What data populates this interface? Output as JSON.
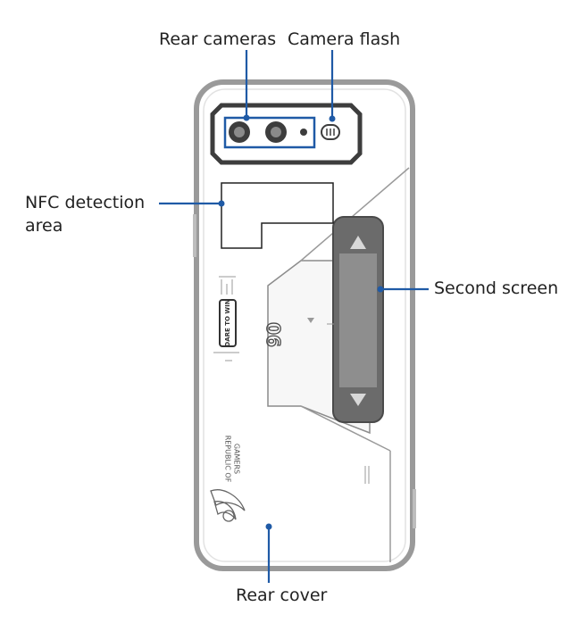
{
  "colors": {
    "callout": "#1f5aa6",
    "phone_outline": "#9a9a9a",
    "camera_module": "#3d3d3d",
    "second_screen": "#6b6b6b",
    "text": "#222222"
  },
  "callouts": {
    "rear_cameras": "Rear cameras",
    "camera_flash": "Camera flash",
    "nfc_line1": "NFC detection",
    "nfc_line2": "area",
    "second_screen": "Second screen",
    "rear_cover": "Rear cover"
  },
  "phone_markings": {
    "model_badge": "06",
    "slogan_badge": "DARE TO WIN",
    "brand_line1": "REPUBLIC OF",
    "brand_line2": "GAMERS"
  }
}
